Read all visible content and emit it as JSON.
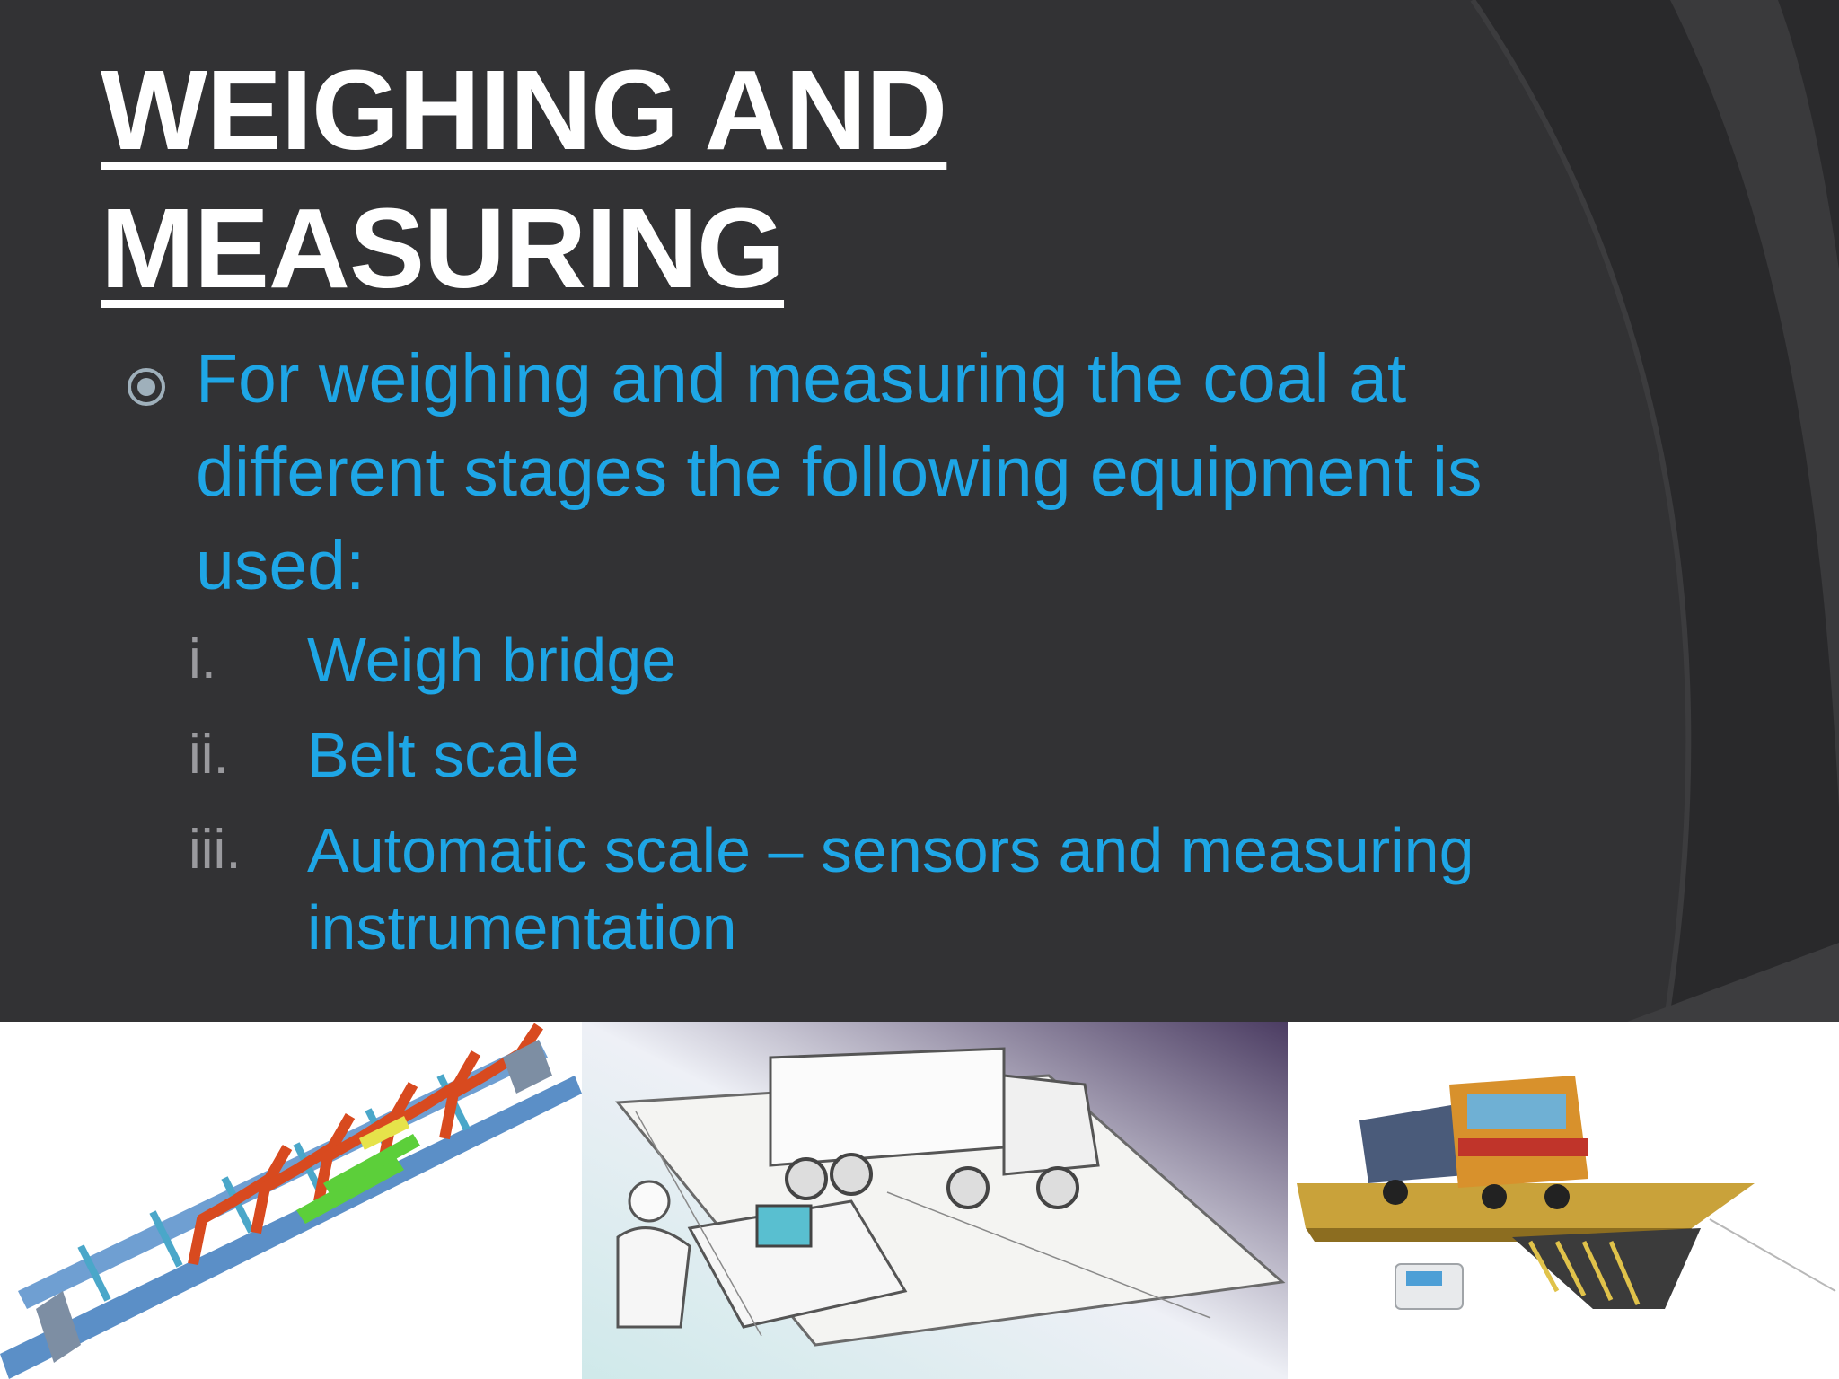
{
  "slide": {
    "title_line1": "WEIGHING AND",
    "title_line2": "MEASURING",
    "bullet_icon": "circle-dot-icon",
    "body": "For weighing and measuring the coal at different stages the following equipment is used:",
    "items": [
      {
        "num": "i.",
        "text": "Weigh bridge"
      },
      {
        "num": "ii.",
        "text": "Belt scale"
      },
      {
        "num": "iii.",
        "text": "Automatic scale – sensors and measuring instrumentation"
      }
    ]
  },
  "colors": {
    "background": "#2f2f31",
    "title": "#ffffff",
    "accent_text": "#1ea6e6",
    "numbering": "#9a9a9e"
  },
  "images": [
    {
      "name": "belt-scale-conveyor-illustration"
    },
    {
      "name": "weighbridge-operator-sketch"
    },
    {
      "name": "truck-on-weighbridge-photo"
    }
  ]
}
